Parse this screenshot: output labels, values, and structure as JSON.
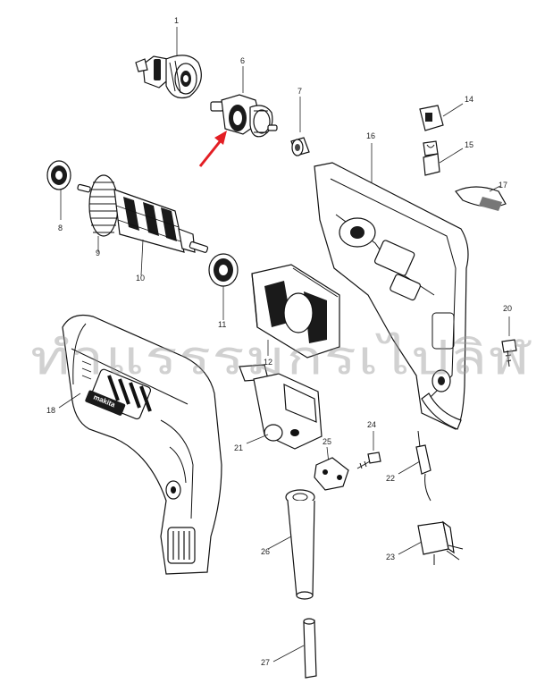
{
  "watermark": "ทำแรรรมกรเไปลิฬ",
  "brand": "makita",
  "accent_color": "#e31e24",
  "parts": [
    {
      "no": "1"
    },
    {
      "no": "6"
    },
    {
      "no": "7"
    },
    {
      "no": "8"
    },
    {
      "no": "9"
    },
    {
      "no": "10"
    },
    {
      "no": "11"
    },
    {
      "no": "12"
    },
    {
      "no": "14"
    },
    {
      "no": "15"
    },
    {
      "no": "16"
    },
    {
      "no": "17"
    },
    {
      "no": "18"
    },
    {
      "no": "20"
    },
    {
      "no": "21"
    },
    {
      "no": "22"
    },
    {
      "no": "23"
    },
    {
      "no": "24"
    },
    {
      "no": "25"
    },
    {
      "no": "26"
    },
    {
      "no": "27"
    }
  ],
  "highlight": {
    "part": "6",
    "indicator": "arrow"
  }
}
